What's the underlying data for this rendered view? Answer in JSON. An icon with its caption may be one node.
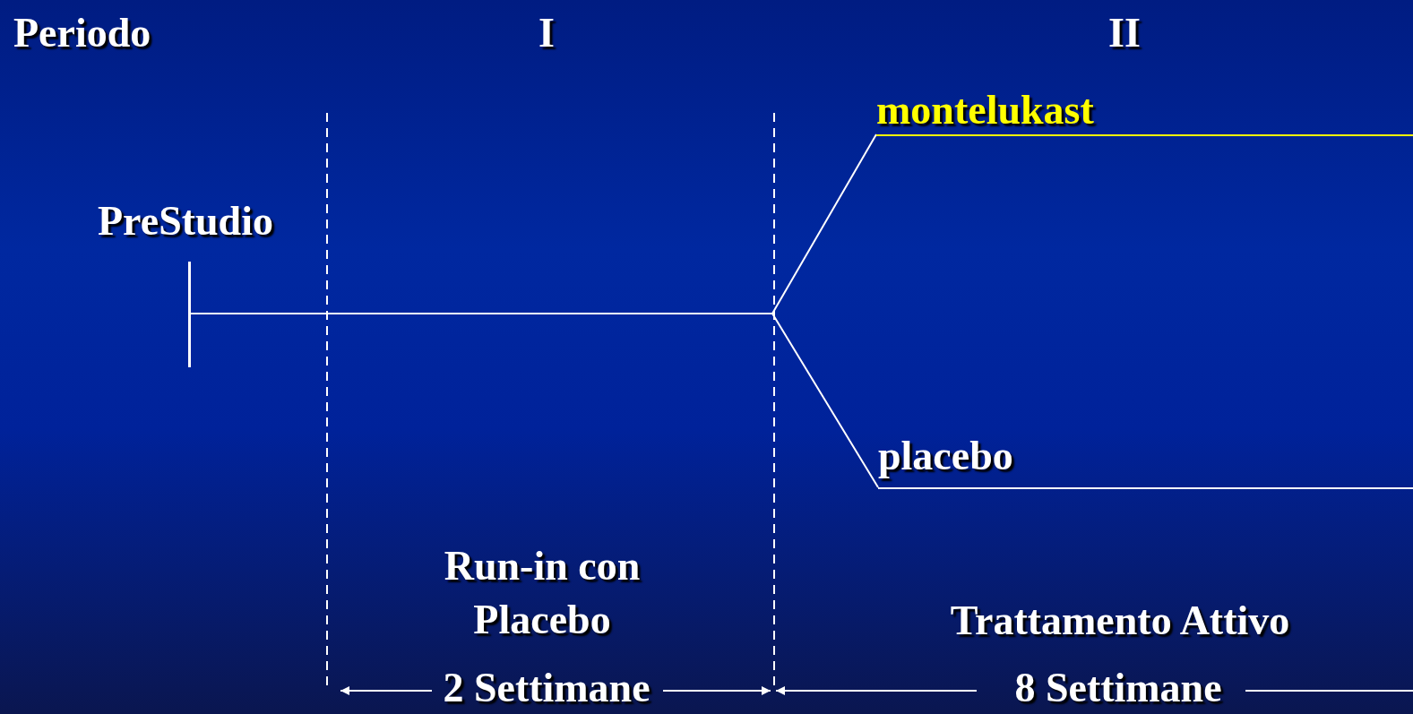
{
  "diagram": {
    "nodes": [
      {
        "text": [],
        "shape": "bar"
      },
      {
        "text": [
          "montelukast"
        ]
      },
      {
        "text": [
          "placebo"
        ]
      }
    ],
    "edges": [
      {
        "from": 0,
        "to": 1,
        "arrow": "none"
      },
      {
        "from": 0,
        "to": 2,
        "arrow": "none"
      }
    ],
    "labels": [
      "Periodo",
      "I",
      "II",
      "PreStudio",
      "Run-in con Placebo",
      "Trattamento Attivo",
      "2 Settimane",
      "8 Settimane"
    ]
  }
}
